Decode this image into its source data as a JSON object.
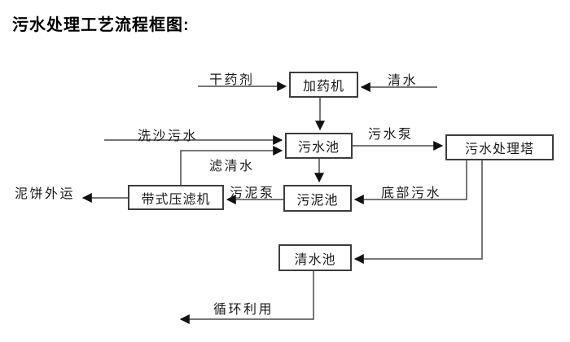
{
  "title": "污水处理工艺流程框图:",
  "colors": {
    "background": "#ffffff",
    "line": "#4a4a4a",
    "box_border": "#3d3d3d",
    "text": "#1a1a1a"
  },
  "diagram": {
    "nodes": [
      {
        "id": "dosing-machine",
        "label": "加药机"
      },
      {
        "id": "sewage-pool",
        "label": "污水池"
      },
      {
        "id": "sewage-treatment-tower",
        "label": "污水处理塔"
      },
      {
        "id": "belt-filter-press",
        "label": "带式压滤机"
      },
      {
        "id": "sludge-pool",
        "label": "污泥池"
      },
      {
        "id": "clean-water-pool",
        "label": "清水池"
      }
    ],
    "flow_labels": [
      {
        "id": "dry-chemical",
        "label": "干药剂"
      },
      {
        "id": "clean-water",
        "label": "清水"
      },
      {
        "id": "sand-washing-sewage",
        "label": "洗沙污水"
      },
      {
        "id": "sewage-pump",
        "label": "污水泵"
      },
      {
        "id": "filtered-water",
        "label": "滤清水"
      },
      {
        "id": "sludge-pump",
        "label": "污泥泵"
      },
      {
        "id": "mud-cake-outbound",
        "label": "泥饼外运"
      },
      {
        "id": "bottom-sewage",
        "label": "底部污水"
      },
      {
        "id": "recycling",
        "label": "循环利用"
      }
    ],
    "edges": [
      {
        "from": "干药剂",
        "to": "加药机",
        "label": ""
      },
      {
        "from": "清水",
        "to": "加药机",
        "label": ""
      },
      {
        "from": "加药机",
        "to": "污水池",
        "label": ""
      },
      {
        "from": "洗沙污水",
        "to": "污水池",
        "label": ""
      },
      {
        "from": "带式压滤机",
        "to": "污水池",
        "label": "滤清水"
      },
      {
        "from": "污水池",
        "to": "污水处理塔",
        "label": "污水泵"
      },
      {
        "from": "污水池",
        "to": "污泥池",
        "label": ""
      },
      {
        "from": "污水处理塔",
        "to": "污泥池",
        "label": "底部污水"
      },
      {
        "from": "污泥池",
        "to": "带式压滤机",
        "label": "污泥泵"
      },
      {
        "from": "带式压滤机",
        "to": "泥饼外运",
        "label": ""
      },
      {
        "from": "污水处理塔",
        "to": "清水池",
        "label": ""
      },
      {
        "from": "清水池",
        "to": "循环利用",
        "label": ""
      }
    ]
  }
}
